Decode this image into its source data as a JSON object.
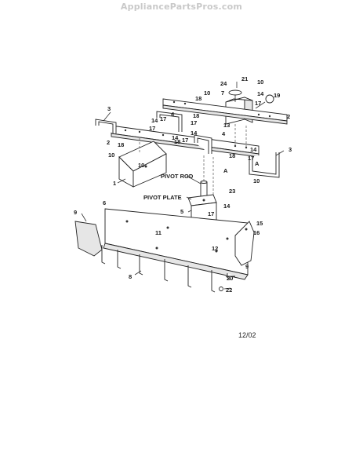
{
  "header": {
    "site": "AppliancePartsPros.com"
  },
  "callouts": {
    "c21": "21",
    "c24": "24",
    "c10a": "10",
    "c7": "7",
    "c19": "19",
    "c10b": "10",
    "c14a": "14",
    "c18a": "18",
    "c17a": "17",
    "c3a": "3",
    "c18b": "18",
    "c4a": "4",
    "c14b": "14",
    "c17b": "17",
    "c2a": "2",
    "c13": "13",
    "c17c": "17",
    "c14c": "14",
    "c17d": "17",
    "c4b": "4",
    "c2b": "2",
    "c18c": "18",
    "c10c": "10",
    "c10d": "10",
    "c18d": "18",
    "c14d": "14",
    "c17e": "17",
    "c3b": "3",
    "cA1": "A",
    "cA2": "A",
    "c1": "1",
    "c10e": "10",
    "c23": "23",
    "c5": "5",
    "c14e": "14",
    "c17f": "17",
    "c9a": "9",
    "c6": "6",
    "c11": "11",
    "c15": "15",
    "c16": "16",
    "c12": "12",
    "c9b": "9",
    "c8": "8",
    "c20": "20",
    "c22": "22"
  },
  "labels": {
    "pivot_rod": "PIVOT ROD",
    "pivot_plate": "PIVOT PLATE"
  },
  "date_code": "12/02"
}
